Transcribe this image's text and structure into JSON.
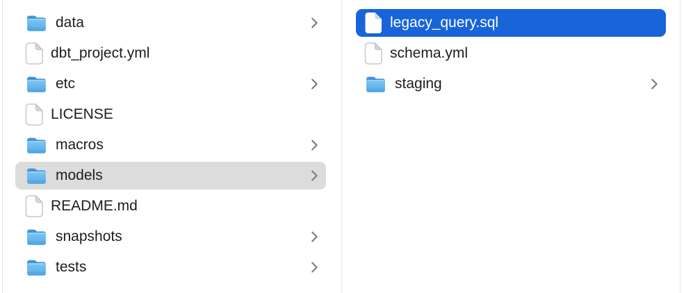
{
  "app": {
    "view": "finder-column-view"
  },
  "colors": {
    "selection_active": "#1765d9",
    "selection_inactive": "#dcdcdc",
    "selected_text": "#ffffff",
    "text": "#1d1d1f",
    "divider": "#e6e6e6",
    "chevron": "#787878",
    "folder_tab": "#4293da",
    "folder_body_top": "#7cc6f2",
    "folder_body_bottom": "#54aae8"
  },
  "columns": [
    {
      "name": "parent-column",
      "items": [
        {
          "label": "data",
          "icon": "folder-icon",
          "chevron": true,
          "selected": false
        },
        {
          "label": "dbt_project.yml",
          "icon": "file-icon",
          "chevron": false,
          "selected": false
        },
        {
          "label": "etc",
          "icon": "folder-icon",
          "chevron": true,
          "selected": false
        },
        {
          "label": "LICENSE",
          "icon": "file-icon",
          "chevron": false,
          "selected": false
        },
        {
          "label": "macros",
          "icon": "folder-icon",
          "chevron": true,
          "selected": false
        },
        {
          "label": "models",
          "icon": "folder-icon",
          "chevron": true,
          "selected": true,
          "selection_style": "inactive"
        },
        {
          "label": "README.md",
          "icon": "file-icon",
          "chevron": false,
          "selected": false
        },
        {
          "label": "snapshots",
          "icon": "folder-icon",
          "chevron": true,
          "selected": false
        },
        {
          "label": "tests",
          "icon": "folder-icon",
          "chevron": true,
          "selected": false
        }
      ]
    },
    {
      "name": "models-column",
      "items": [
        {
          "label": "legacy_query.sql",
          "icon": "file-icon",
          "chevron": false,
          "selected": true,
          "selection_style": "active"
        },
        {
          "label": "schema.yml",
          "icon": "file-icon",
          "chevron": false,
          "selected": false
        },
        {
          "label": "staging",
          "icon": "folder-icon",
          "chevron": true,
          "selected": false
        }
      ]
    }
  ]
}
